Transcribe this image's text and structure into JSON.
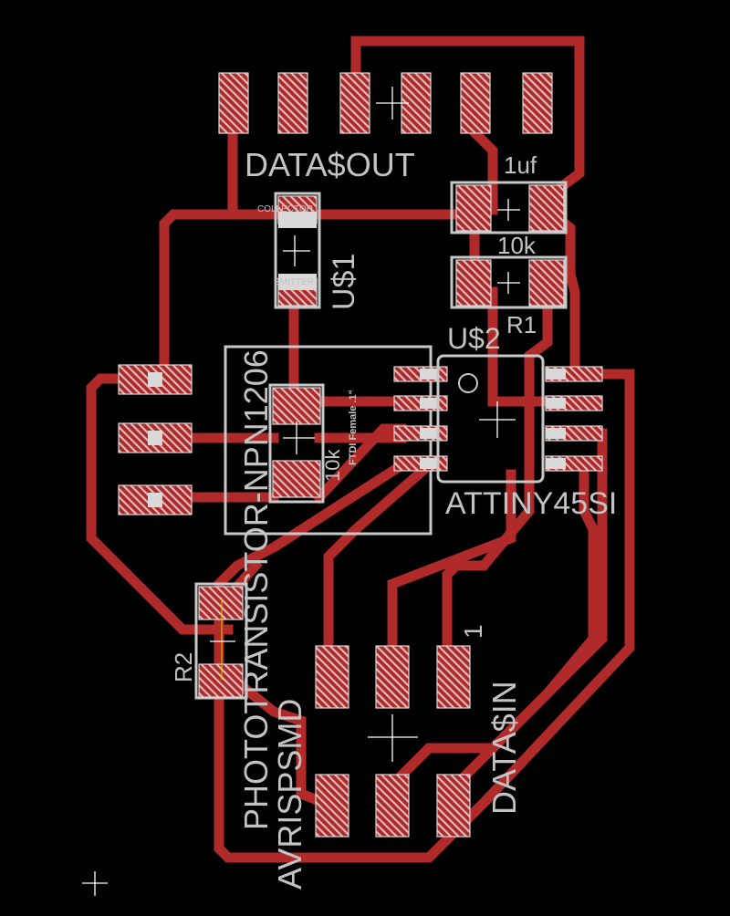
{
  "board": {
    "colors": {
      "background": "#000000",
      "trace": "#b02a2a",
      "silkscreen": "#c3c3c3"
    },
    "labels": {
      "data_out": "DATA$OUT",
      "cap_value": "1uf",
      "r1_value": "10k",
      "r1_name": "R1",
      "u2_name": "U$2",
      "u2_value": "ATTINY45SI",
      "u1_value": "PHOTOTRANSISTOR-NPN1206",
      "u1_name": "U$1",
      "collector": "COLLECTOR",
      "emitter": "EMITTER",
      "ftdi": "FTDI Female .1\"",
      "r2_value": "10k",
      "r2_name": "R2",
      "avr": "AVRISPSMD",
      "data_in": "DATA$IN",
      "pin1": "1"
    }
  }
}
